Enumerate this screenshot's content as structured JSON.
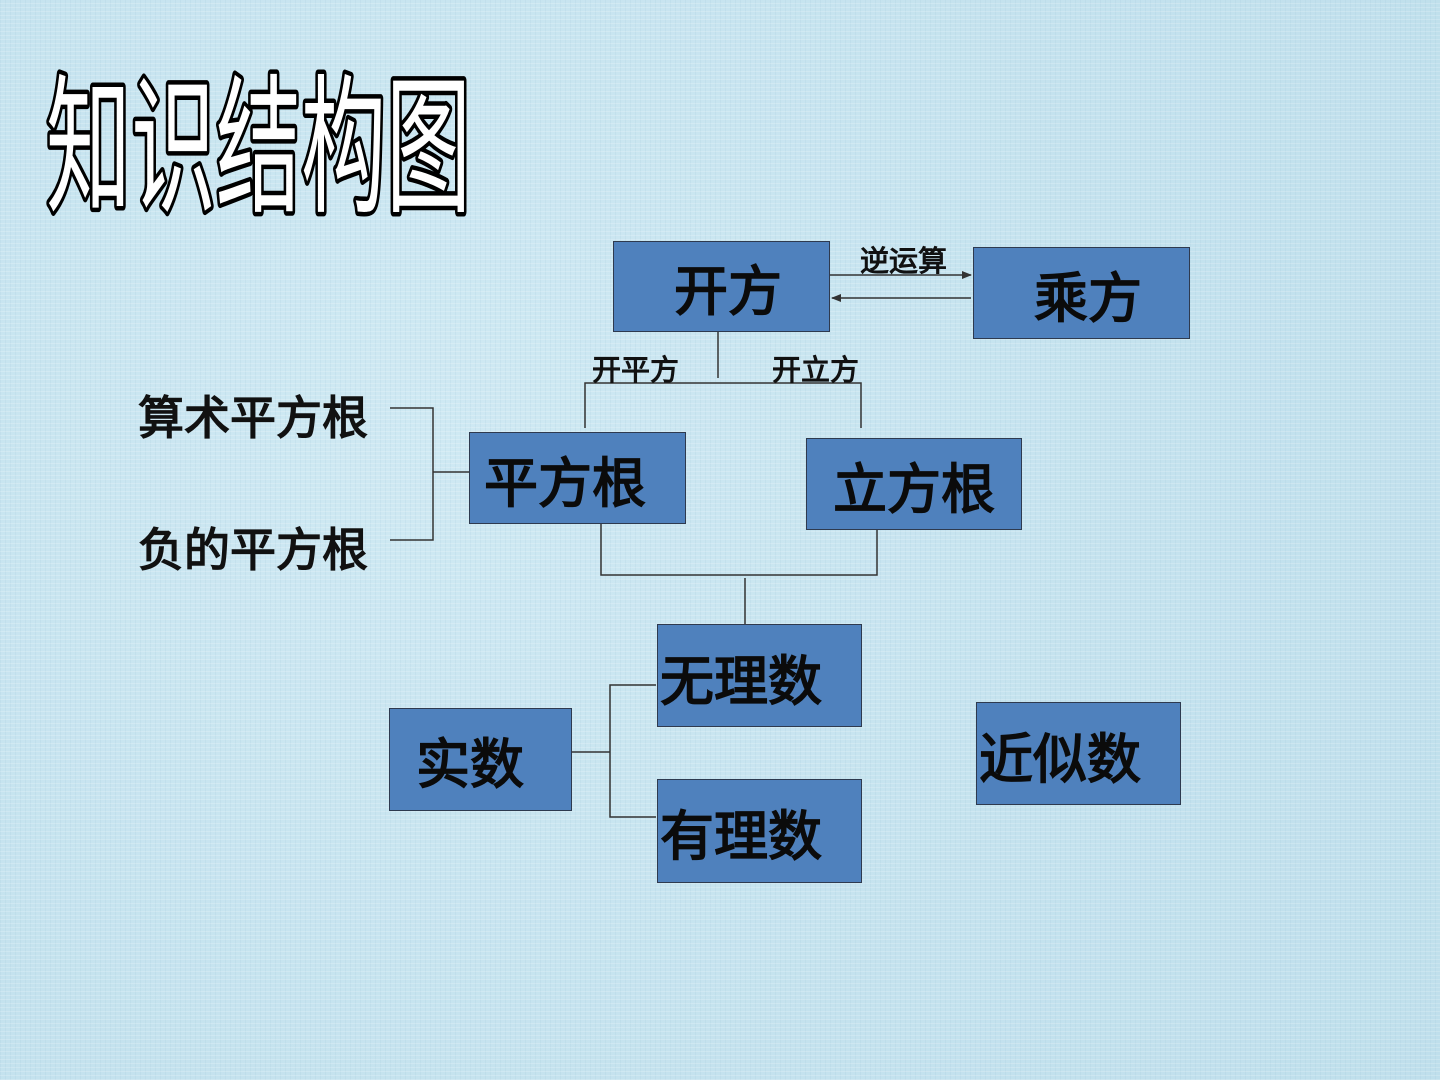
{
  "title": "知识结构图",
  "colors": {
    "box_fill": "#4f81bd",
    "box_border": "#2e3a4f",
    "background": "#c9e6f1",
    "line": "#333333"
  },
  "nodes": {
    "kaifang": "开方",
    "chengfang": "乘方",
    "pingfanggen": "平方根",
    "lifanggen": "立方根",
    "wulishu": "无理数",
    "shishu": "实数",
    "youlishu": "有理数",
    "jinsishu": "近似数"
  },
  "edge_labels": {
    "niyunsuan": "逆运算",
    "kaipingfang": "开平方",
    "kailifang": "开立方"
  },
  "side_labels": {
    "suanshu_pingfanggen": "算术平方根",
    "fude_pingfanggen": "负的平方根"
  }
}
